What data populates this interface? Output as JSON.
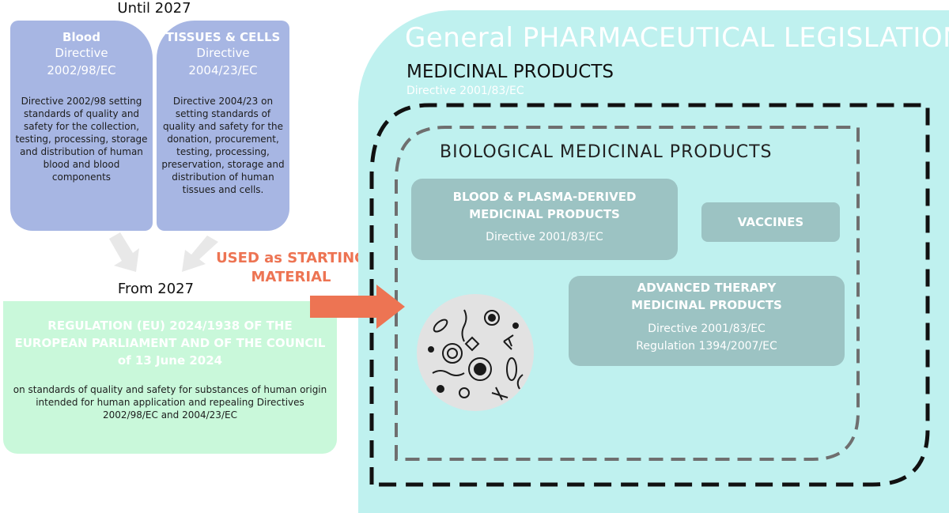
{
  "until_label": "Until 2027",
  "from_label": "From 2027",
  "blood_directive": {
    "heading": "Blood",
    "line1": "Directive",
    "line2": "2002/98/EC",
    "description": "Directive 2002/98 setting standards of quality and safety for the collection, testing, processing, storage and distribution of human blood and blood components"
  },
  "tissues_directive": {
    "heading": "TISSUES & CELLS",
    "line1": "Directive",
    "line2": "2004/23/EC",
    "description": "Directive 2004/23 on setting standards of quality and safety for the donation, procurement, testing, processing, preservation, storage and distribution of human tissues and cells."
  },
  "regulation": {
    "title_line1": "REGULATION (EU) 2024/1938 OF THE",
    "title_line2": "EUROPEAN PARLIAMENT AND OF THE COUNCIL",
    "title_line3": "of 13 June 2024",
    "body": "on standards of quality and safety for substances of human origin intended for human application and repealing Directives 2002/98/EC and 2004/23/EC"
  },
  "used_label_line1": "USED as STARTING",
  "used_label_line2": "MATERIAL",
  "panel": {
    "title": "General PHARMACEUTICAL LEGISLATION",
    "medicinal_products": "MEDICINAL PRODUCTS",
    "medicinal_directive": "Directive 2001/83/EC",
    "biological": "BIOLOGICAL MEDICINAL PRODUCTS",
    "blood_plasma": {
      "line1": "BLOOD & PLASMA-DERIVED",
      "line2": "MEDICINAL PRODUCTS",
      "directive": "Directive 2001/83/EC"
    },
    "vaccines": "VACCINES",
    "atmp": {
      "line1": "ADVANCED THERAPY",
      "line2": "MEDICINAL PRODUCTS",
      "directive": "Directive 2001/83/EC",
      "regulation": "Regulation 1394/2007/EC"
    }
  },
  "colors": {
    "directive_box": "#a7b6e3",
    "regulation_box": "#c9f8da",
    "panel": "#bff1ef",
    "sub_box": "#9cc3c3",
    "arrow": "#ed7453",
    "grey_arrow": "#e8e8e8"
  },
  "icons": [
    "down-arrow-icon",
    "right-arrow-icon",
    "microorganisms-illustration"
  ]
}
